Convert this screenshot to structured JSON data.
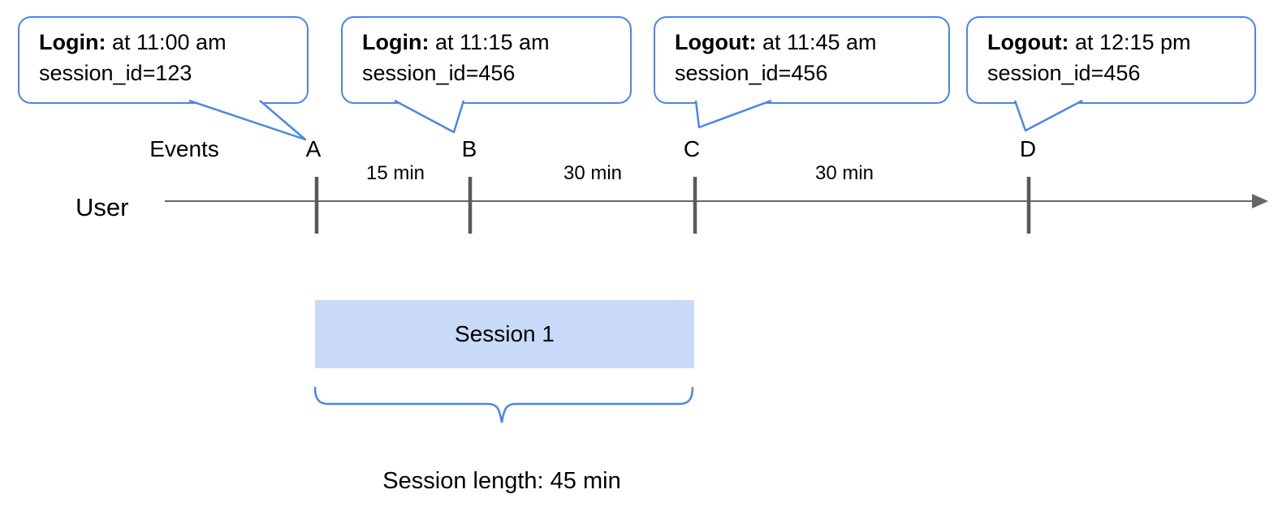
{
  "colors": {
    "accent_blue": "#4a86e8",
    "session_fill": "#c9daf8",
    "axis_gray": "#666666",
    "tick_gray": "#595959",
    "text_black": "#000000"
  },
  "callouts": [
    {
      "event_label": "Login:",
      "time_text": " at 11:00 am",
      "session_text": "session_id=123",
      "points_to": "A"
    },
    {
      "event_label": "Login:",
      "time_text": " at 11:15 am",
      "session_text": "session_id=456",
      "points_to": "B"
    },
    {
      "event_label": "Logout:",
      "time_text": " at 11:45 am",
      "session_text": "session_id=456",
      "points_to": "C"
    },
    {
      "event_label": "Logout:",
      "time_text": " at 12:15 pm",
      "session_text": "session_id=456",
      "points_to": "D"
    }
  ],
  "timeline": {
    "axis_label": "User",
    "events_label": "Events",
    "event_markers": [
      "A",
      "B",
      "C",
      "D"
    ],
    "intervals": [
      "15 min",
      "30 min",
      "30 min"
    ]
  },
  "session": {
    "label": "Session 1",
    "length_label": "Session length: 45 min"
  }
}
